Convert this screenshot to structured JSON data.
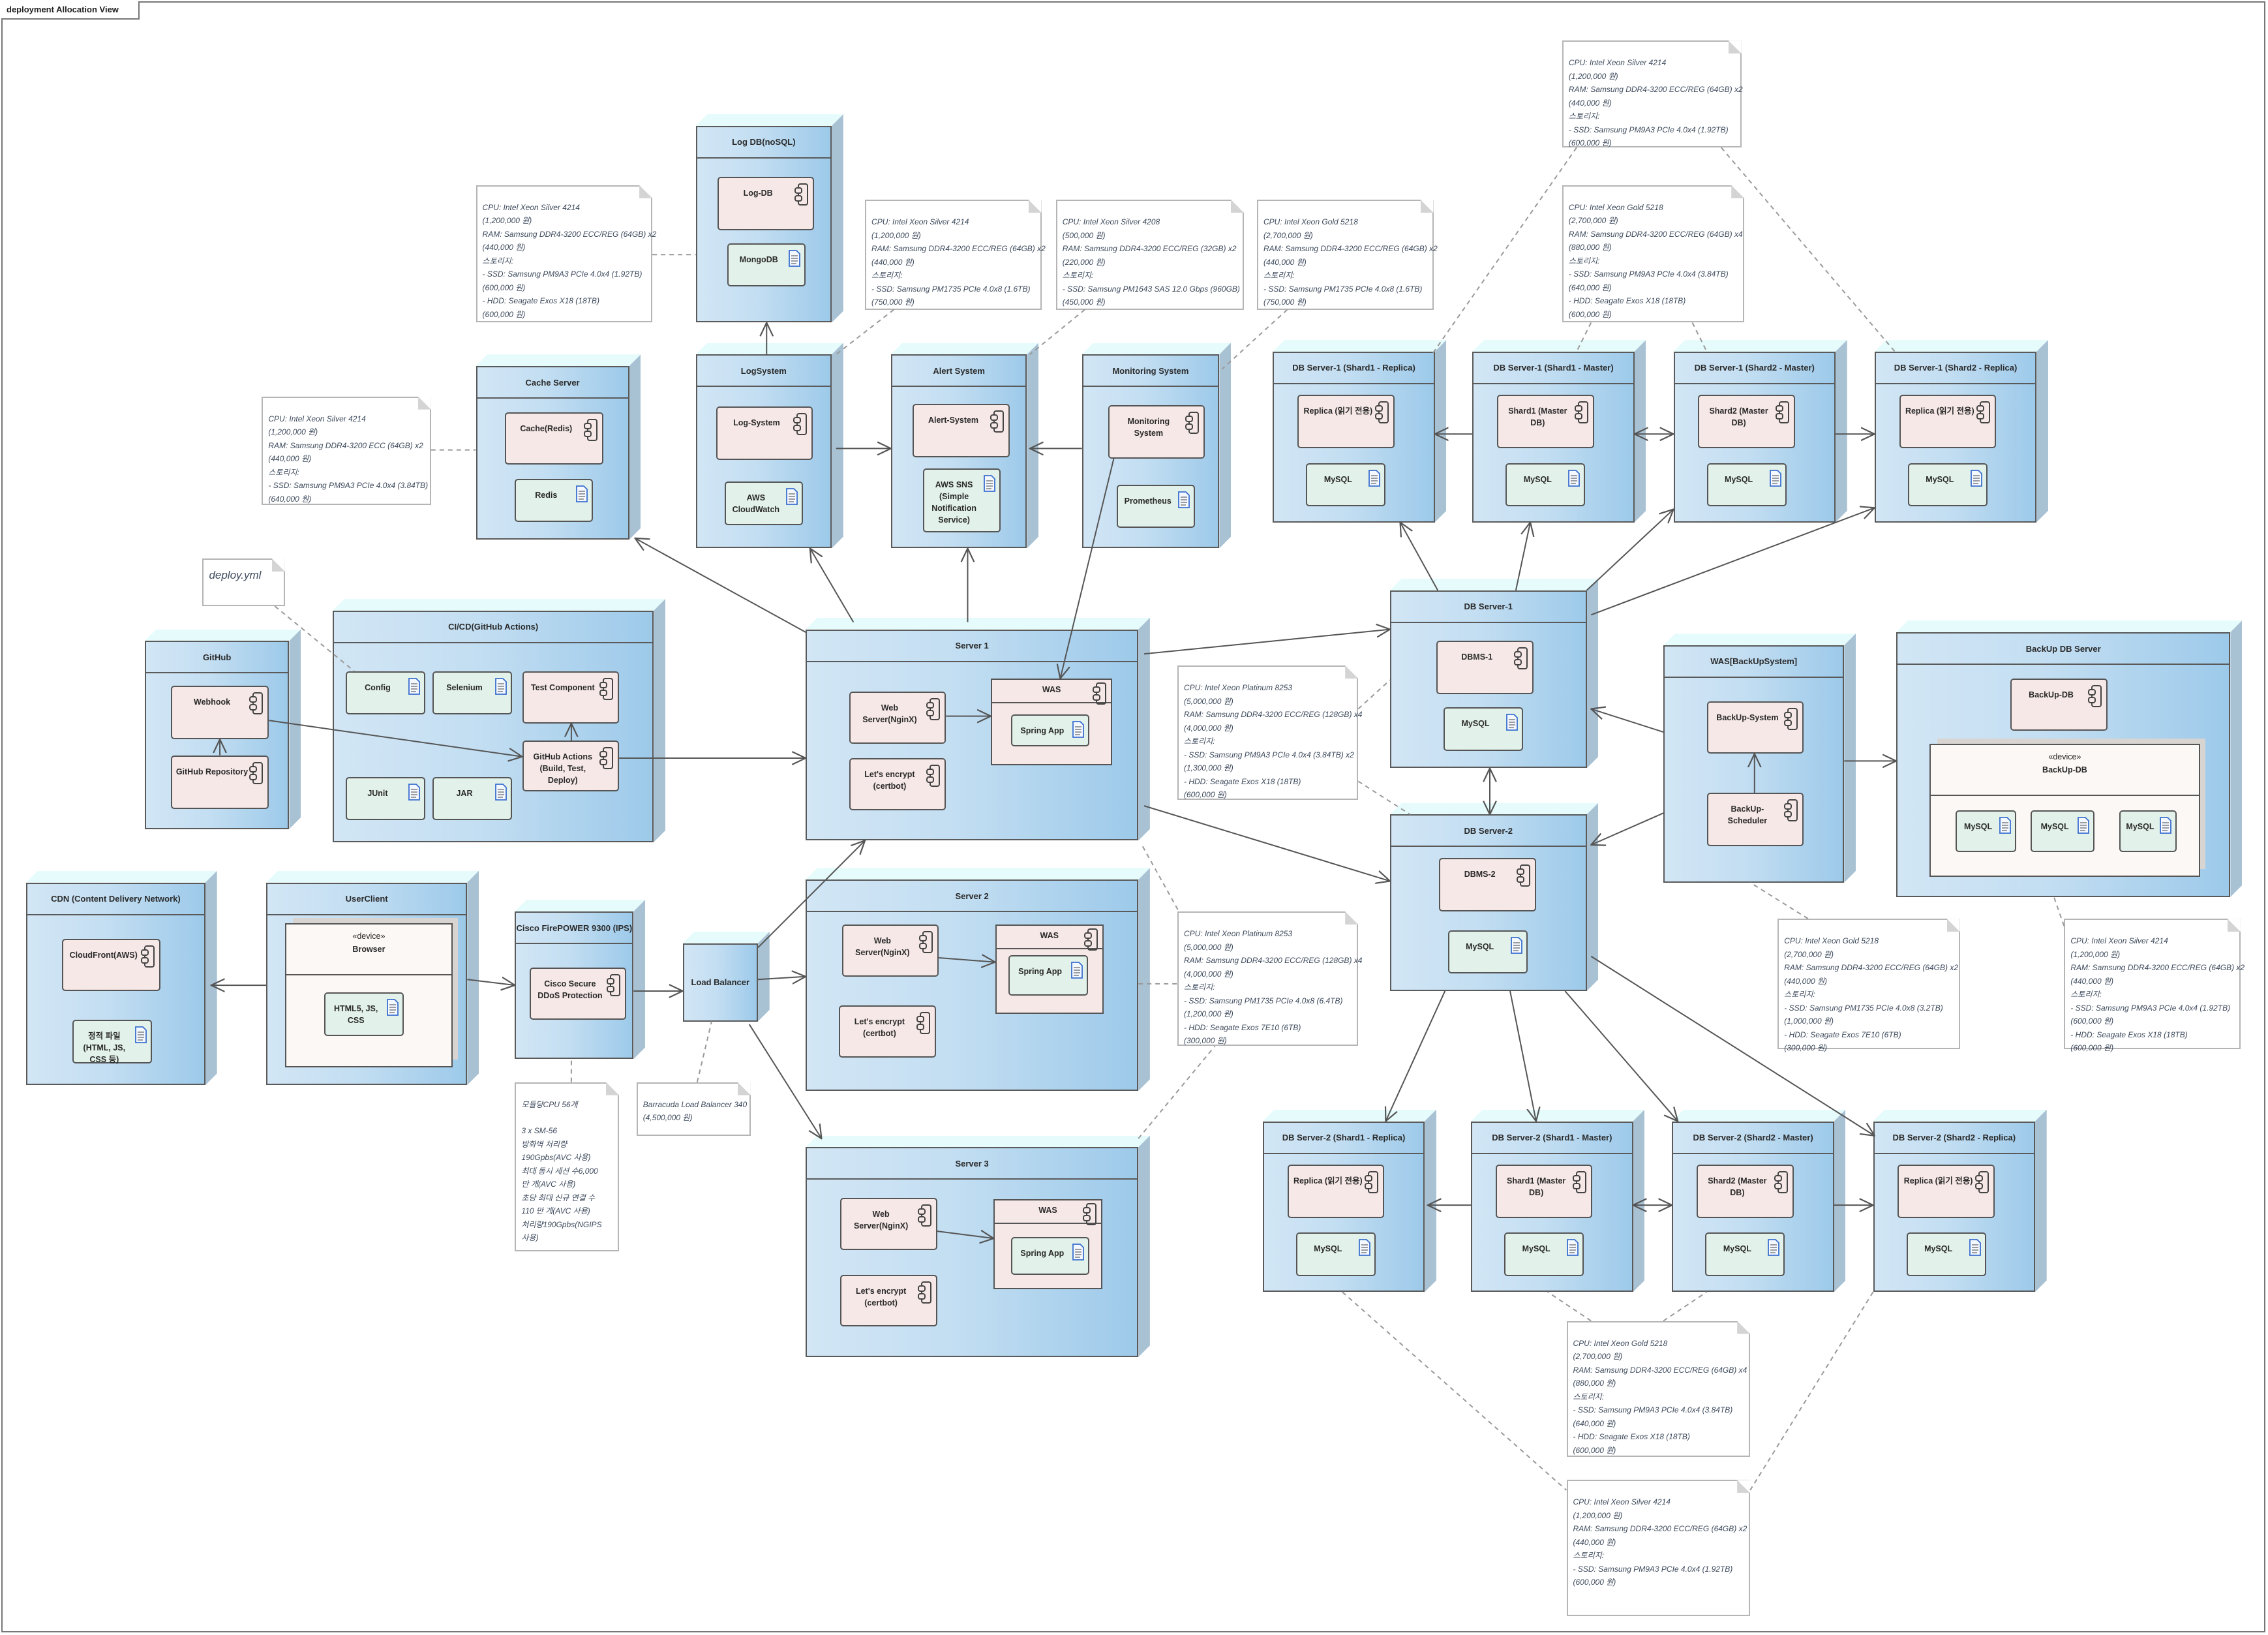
{
  "diagram": {
    "title": "deployment Allocation View"
  },
  "nodes": {
    "github": "GitHub",
    "cicd": "CI/CD(GitHub Actions)",
    "cache": "Cache Server",
    "logdb": "Log DB(noSQL)",
    "logsys": "LogSystem",
    "alert": "Alert System",
    "monitor": "Monitoring System",
    "server1": "Server 1",
    "server2": "Server 2",
    "server3": "Server 3",
    "cdn": "CDN (Content Delivery Network)",
    "userclient": "UserClient",
    "firewall": "Cisco FirePOWER 9300 (IPS)",
    "lb": "Load Balancer",
    "dbs1": "DB Server-1",
    "dbs2": "DB Server-2",
    "wasbackup": "WAS[BackUpSystem]",
    "backupdb": "BackUp DB Server",
    "d1s1r": "DB Server-1 (Shard1 - Replica)",
    "d1s1m": "DB Server-1 (Shard1 - Master)",
    "d1s2m": "DB Server-1 (Shard2 - Master)",
    "d1s2r": "DB Server-1 (Shard2 - Replica)",
    "d2s1r": "DB Server-2 (Shard1 - Replica)",
    "d2s1m": "DB Server-2 (Shard1 - Master)",
    "d2s2m": "DB Server-2 (Shard2 - Master)",
    "d2s2r": "DB Server-2 (Shard2 - Replica)"
  },
  "elements": {
    "webhook": "Webhook",
    "repo": "GitHub Repository",
    "config": "Config",
    "selenium": "Selenium",
    "testcomp": "Test Component",
    "junit": "JUnit",
    "jar": "JAR",
    "ghactions": "GitHub Actions (Build, Test, Deploy)",
    "cacheredis": "Cache(Redis)",
    "redis": "Redis",
    "logdbcomp": "Log-DB",
    "mongodb": "MongoDB",
    "logsyscomp": "Log-System",
    "cloudwatch": "AWS CloudWatch",
    "alertcomp": "Alert-System",
    "sns": "AWS SNS (Simple Notification Service)",
    "moncomp": "Monitoring System",
    "prometheus": "Prometheus",
    "s1web": "Web Server(NginX)",
    "s1cert": "Let's encrypt (certbot)",
    "s1was": "WAS",
    "s1spring": "Spring App",
    "s2web": "Web Server(NginX)",
    "s2cert": "Let's encrypt (certbot)",
    "s2was": "WAS",
    "s2spring": "Spring App",
    "s3web": "Web Server(NginX)",
    "s3cert": "Let's encrypt (certbot)",
    "s3was": "WAS",
    "s3spring": "Spring App",
    "cloudfront": "CloudFront(AWS)",
    "static": "정적 파일(HTML, JS, CSS 등)",
    "browser_stereo": "«device»",
    "browser": "Browser",
    "html5": "HTML5, JS, CSS",
    "ddos": "Cisco Secure DDoS Protection",
    "dbms1": "DBMS-1",
    "dbs1mysql": "MySQL",
    "dbms2": "DBMS-2",
    "dbs2mysql": "MySQL",
    "backupsys": "BackUp-System",
    "backupsched": "BackUp-Scheduler",
    "backupdbcomp": "BackUp-DB",
    "bdev_stereo": "«device»",
    "bdev": "BackUp-DB",
    "bmysql1": "MySQL",
    "bmysql2": "MySQL",
    "bmysql3": "MySQL",
    "d1s1r_c": "Replica (읽기 전용)",
    "d1s1r_m": "MySQL",
    "d1s1m_c": "Shard1 (Master DB)",
    "d1s1m_m": "MySQL",
    "d1s2m_c": "Shard2 (Master DB)",
    "d1s2m_m": "MySQL",
    "d1s2r_c": "Replica (읽기 전용)",
    "d1s2r_m": "MySQL",
    "d2s1r_c": "Replica (읽기 전용)",
    "d2s1r_m": "MySQL",
    "d2s1m_c": "Shard1 (Master DB)",
    "d2s1m_m": "MySQL",
    "d2s2m_c": "Shard2 (Master DB)",
    "d2s2m_m": "MySQL",
    "d2s2r_c": "Replica (읽기 전용)",
    "d2s2r_m": "MySQL"
  },
  "notes": {
    "n_logdb": [
      "CPU: Intel Xeon Silver 4214",
      "(1,200,000 원)",
      "RAM: Samsung DDR4-3200 ECC/REG (64GB) x2",
      "(440,000 원)",
      "스토리지:",
      "- SSD: Samsung PM9A3 PCIe 4.0x4 (1.92TB)",
      "(600,000 원)",
      "- HDD: Seagate Exos X18 (18TB)",
      "(600,000 원)"
    ],
    "n_cache": [
      "CPU: Intel Xeon Silver 4214",
      "(1,200,000 원)",
      "RAM: Samsung DDR4-3200 ECC (64GB) x2",
      "(440,000 원)",
      "스토리지:",
      "- SSD: Samsung PM9A3 PCIe 4.0x4 (3.84TB)",
      "(640,000 원)"
    ],
    "n_logsys": [
      "CPU: Intel Xeon Silver 4214",
      "(1,200,000 원)",
      "RAM: Samsung DDR4-3200 ECC/REG (64GB) x2",
      "(440,000 원)",
      "스토리지:",
      "- SSD: Samsung PM1735 PCIe 4.0x8 (1.6TB)",
      "(750,000 원)"
    ],
    "n_alert": [
      "CPU: Intel Xeon Silver 4208",
      "(500,000 원)",
      "RAM: Samsung DDR4-3200 ECC/REG (32GB) x2",
      "(220,000 원)",
      "스토리지:",
      "- SSD: Samsung PM1643 SAS 12.0 Gbps (960GB)",
      "(450,000 원)"
    ],
    "n_monitor": [
      "CPU: Intel Xeon Gold 5218",
      "(2,700,000 원)",
      "RAM: Samsung DDR4-3200 ECC/REG (64GB) x2",
      "(440,000 원)",
      "스토리지:",
      "- SSD: Samsung PM1735 PCIe 4.0x8 (1.6TB)",
      "(750,000 원)"
    ],
    "n_db1rep": [
      "CPU: Intel Xeon Silver 4214",
      "(1,200,000 원)",
      "RAM: Samsung DDR4-3200 ECC/REG (64GB) x2",
      "(440,000 원)",
      "스토리지:",
      "- SSD: Samsung PM9A3 PCIe 4.0x4 (1.92TB)",
      "(600,000 원)"
    ],
    "n_db1master": [
      "CPU: Intel Xeon Gold 5218",
      "(2,700,000 원)",
      "RAM: Samsung DDR4-3200 ECC/REG (64GB) x4",
      "(880,000 원)",
      "스토리지:",
      "- SSD: Samsung PM9A3 PCIe 4.0x4 (3.84TB)",
      "(640,000 원)",
      "- HDD: Seagate Exos X18 (18TB)",
      "(600,000 원)"
    ],
    "n_server1": [
      "CPU: Intel Xeon Platinum 8253",
      "(5,000,000 원)",
      "RAM: Samsung DDR4-3200 ECC/REG (128GB) x4",
      "(4,000,000 원)",
      "스토리지:",
      "- SSD: Samsung PM9A3 PCIe 4.0x4 (3.84TB) x2",
      "(1,300,000 원)",
      "- HDD: Seagate Exos X18 (18TB)",
      "(600,000 원)"
    ],
    "n_server2": [
      "CPU: Intel Xeon Platinum 8253",
      "(5,000,000 원)",
      "RAM: Samsung DDR4-3200 ECC/REG (128GB) x4",
      "(4,000,000 원)",
      "스토리지:",
      "- SSD: Samsung PM1735 PCIe 4.0x8 (6.4TB)",
      "(1,200,000 원)",
      "- HDD: Seagate Exos 7E10 (6TB)",
      "(300,000 원)"
    ],
    "n_deploy": [
      "deploy.yml"
    ],
    "n_firewall": [
      "모듈당CPU 56개",
      "",
      "3 x SM-56",
      "방화벽 처리량",
      "190Gpbs(AVC 사용)",
      "최대 동시 세션 수6,000",
      "만 개(AVC 사용)",
      "초당 최대 신규 연결 수",
      "110 만 개(AVC 사용)",
      "처리량190Gpbs(NGIPS",
      "사용)"
    ],
    "n_lb": [
      "Barracuda Load Balancer 340",
      "(4,500,000 원)"
    ],
    "n_wasbackup": [
      "CPU: Intel Xeon Gold 5218",
      "(2,700,000 원)",
      "RAM: Samsung DDR4-3200 ECC/REG (64GB) x2",
      "(440,000 원)",
      "스토리지:",
      "- SSD: Samsung PM1735 PCIe 4.0x8 (3.2TB)",
      "(1,000,000 원)",
      "- HDD: Seagate Exos 7E10 (6TB)",
      "(300,000 원)"
    ],
    "n_backupdb": [
      "CPU: Intel Xeon Silver 4214",
      "(1,200,000 원)",
      "RAM: Samsung DDR4-3200 ECC/REG (64GB) x2",
      "(440,000 원)",
      "스토리지:",
      "- SSD: Samsung PM9A3 PCIe 4.0x4 (1.92TB)",
      "(600,000 원)",
      "- HDD: Seagate Exos X18 (18TB)",
      "(600,000 원)"
    ],
    "n_db2master": [
      "CPU: Intel Xeon Gold 5218",
      "(2,700,000 원)",
      "RAM: Samsung DDR4-3200 ECC/REG (64GB) x4",
      "(880,000 원)",
      "스토리지:",
      "- SSD: Samsung PM9A3 PCIe 4.0x4 (3.84TB)",
      "(640,000 원)",
      "- HDD: Seagate Exos X18 (18TB)",
      "(600,000 원)"
    ],
    "n_db2rep": [
      "CPU: Intel Xeon Silver 4214",
      "(1,200,000 원)",
      "RAM: Samsung DDR4-3200 ECC/REG (64GB) x2",
      "(440,000 원)",
      "스토리지:",
      "- SSD: Samsung PM9A3 PCIe 4.0x4 (1.92TB)",
      "(600,000 원)"
    ]
  },
  "colors": {
    "node_light": "#d2e6f5",
    "node_dark": "#9dcaea",
    "component": "#f6e8e7",
    "artifact": "#e2f1ea",
    "note_text": "#3d4a5c",
    "artifact_icon": "#3b6fd0"
  },
  "icons": {
    "component": "uml-component-icon",
    "artifact": "document-icon"
  }
}
